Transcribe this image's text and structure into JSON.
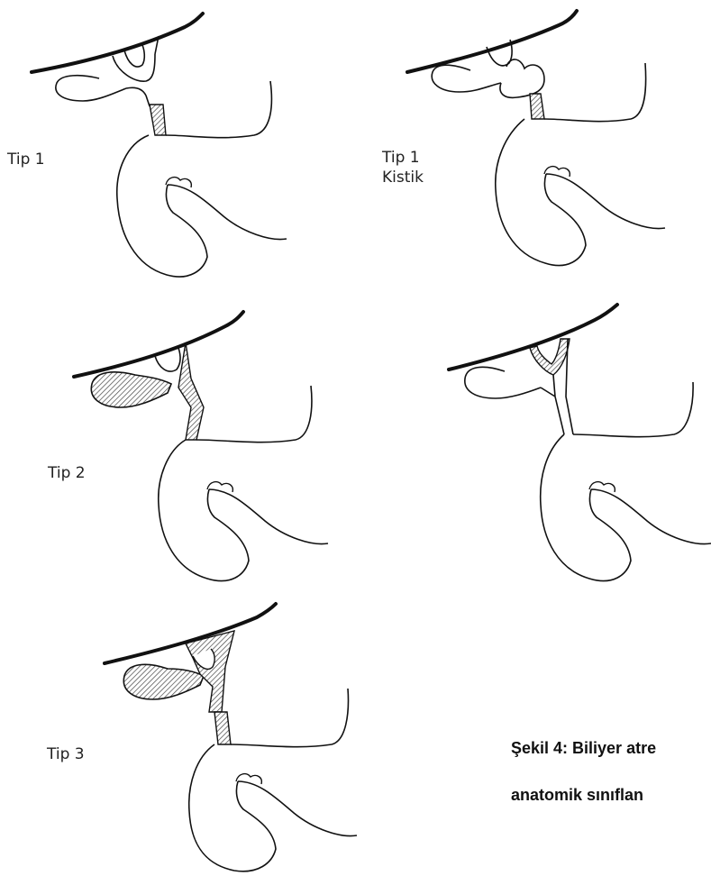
{
  "labels": {
    "tip1": "Tip 1",
    "tip1_cystic_line1": "Tip 1",
    "tip1_cystic_line2": "Kistik",
    "tip2": "Tip 2",
    "tip3": "Tip 3"
  },
  "caption": {
    "line1": "Şekil 4: Biliyer atre",
    "line2": "anatomik  sınıflan"
  },
  "colors": {
    "line": "#1a1a1a",
    "hatch": "#444444"
  }
}
